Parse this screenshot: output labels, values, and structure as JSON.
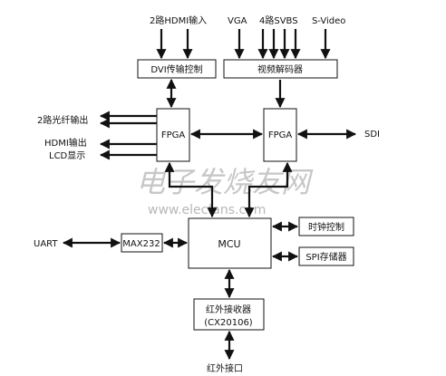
{
  "diagram": {
    "inputs": {
      "hdmi_in": "2路HDMI输入",
      "vga": "VGA",
      "svbs": "4路SVBS",
      "svideo": "S-Video"
    },
    "blocks": {
      "dvi": "DVI传输控制",
      "video_decoder": "视频解码器",
      "fpga_left": "FPGA",
      "fpga_right": "FPGA",
      "mcu": "MCU",
      "max232": "MAX232",
      "clock": "时钟控制",
      "spi": "SPI存储器",
      "ir_line1": "红外接收器",
      "ir_line2": "(CX20106)"
    },
    "outputs": {
      "optical": "2路光纤输出",
      "hdmi_out": "HDMI输出",
      "lcd": "LCD显示",
      "sdi": "SDI",
      "uart": "UART",
      "ir_port": "红外接口"
    },
    "watermark": {
      "cn": "电子发烧友网",
      "url": "www.elecfans.com"
    }
  }
}
